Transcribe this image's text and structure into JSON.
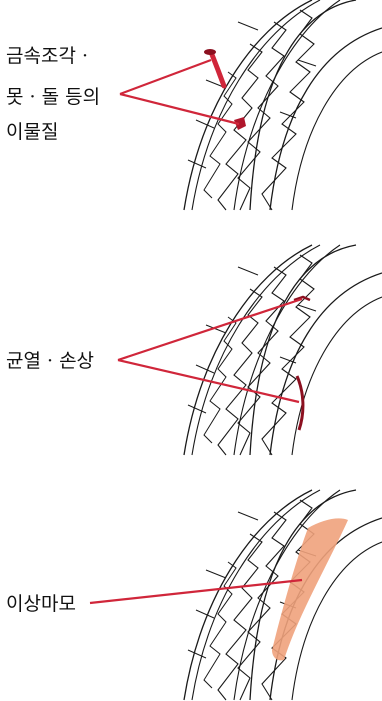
{
  "panels": [
    {
      "id": "debris",
      "label_lines": [
        "금속조각 ·",
        "못 · 돌 등의",
        "이물질"
      ]
    },
    {
      "id": "crack",
      "label_lines": [
        "균열 · 손상"
      ]
    },
    {
      "id": "wear",
      "label_lines": [
        "이상마모"
      ]
    }
  ],
  "colors": {
    "callout_line": "#d0263a",
    "tire_outline": "#1a1a1a",
    "wear_highlight": "#f0a27c",
    "crack_mark": "#8c1020",
    "label_text": "#111111"
  },
  "icons": [
    "nail-icon",
    "debris-icon",
    "crack-icon",
    "cut-icon",
    "wear-patch"
  ]
}
